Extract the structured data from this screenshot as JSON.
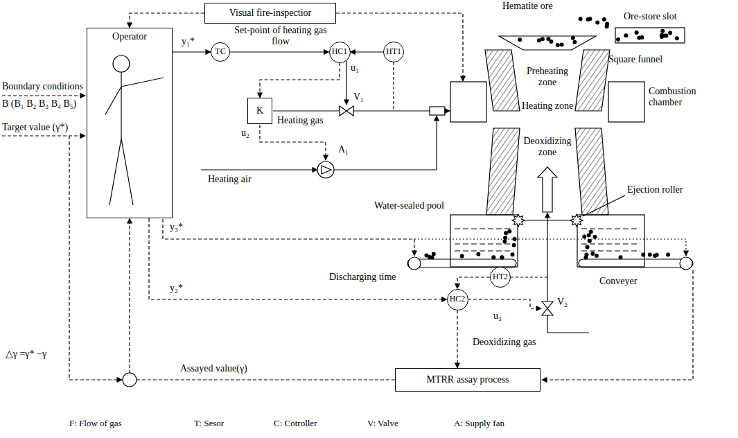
{
  "diagram": {
    "nodes": [
      {
        "text": [
          "Visual fire-inspectior"
        ]
      },
      {
        "text": [
          "Operator"
        ]
      },
      {
        "text": [
          "TC"
        ]
      },
      {
        "text": [
          "HC1"
        ]
      },
      {
        "text": [
          "HT1"
        ]
      },
      {
        "text": [
          "K"
        ]
      },
      {
        "text": [
          "HT2"
        ]
      },
      {
        "text": [
          "HC2"
        ]
      },
      {
        "text": [
          "MTRR assay process"
        ]
      }
    ],
    "edges": [
      {
        "from": 1,
        "to": 2,
        "arrow": "to"
      },
      {
        "from": 2,
        "to": 3,
        "arrow": "to"
      },
      {
        "from": 4,
        "to": 3,
        "arrow": "to"
      },
      {
        "from": 3,
        "to": 5,
        "arrow": "to"
      },
      {
        "from": 0,
        "to": 1,
        "arrow": "to"
      },
      {
        "from": 1,
        "to": 7,
        "arrow": "to"
      },
      {
        "from": 6,
        "to": 7,
        "arrow": "to"
      },
      {
        "from": 7,
        "to": 8,
        "arrow": "to"
      },
      {
        "from": 8,
        "to": 1,
        "arrow": "to"
      }
    ],
    "labels": [
      "Boundary conditions",
      "B (B₁ B₂ B₃ B₄ B₅)",
      "Target value (γ*)",
      "y₁*",
      "Set-point of heating gas flow",
      "u₁",
      "V₁",
      "Heating gas",
      "A₁",
      "u₂",
      "Heating air",
      "Hematite ore",
      "Ore-store slot",
      "Square funnel",
      "Preheating zone",
      "Combustion chamber",
      "Heating zone",
      "Deoxidizing zone",
      "Ejection roller",
      "Water-sealed pool",
      "y₃*",
      "Discharging time",
      "Conveyer",
      "y₂*",
      "u₃",
      "V₂",
      "Deoxidizing gas",
      "△γ =γ* −γ",
      "Assayed value(γ)",
      "F: Flow of gas",
      "T: Sesor",
      "C: Cotroller",
      "V: Valve",
      "A: Supply fan"
    ]
  }
}
